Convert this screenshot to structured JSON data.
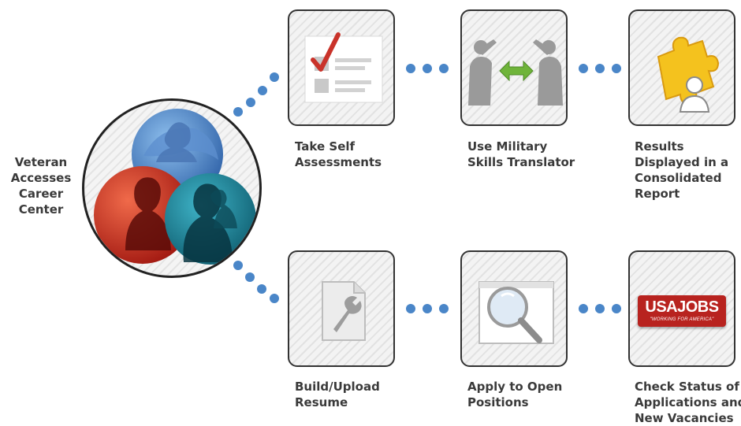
{
  "center": {
    "label": "Veteran\nAccesses\nCareer\nCenter",
    "icon": "people-globe-icon"
  },
  "steps": [
    {
      "id": "self-assessments",
      "caption": "Take Self\nAssessments",
      "icon": "checklist-icon"
    },
    {
      "id": "skills-translator",
      "caption": "Use Military\nSkills Translator",
      "icon": "salute-exchange-icon"
    },
    {
      "id": "results-report",
      "caption": "Results\nDisplayed in a\nConsolidated\nReport",
      "icon": "puzzle-user-icon"
    },
    {
      "id": "build-resume",
      "caption": "Build/Upload\nResume",
      "icon": "wrench-document-icon"
    },
    {
      "id": "apply-positions",
      "caption": "Apply to Open\nPositions",
      "icon": "magnifier-window-icon"
    },
    {
      "id": "check-status",
      "caption": "Check Status of\nApplications and\nNew Vacancies",
      "icon": "usajobs-logo"
    }
  ],
  "usajobs": {
    "brand": "USAJOBS",
    "tagline": "\"WORKING FOR AMERICA\""
  },
  "colors": {
    "connector_dot": "#4a86c8",
    "card_border": "#333333",
    "text": "#3a3a3a"
  }
}
